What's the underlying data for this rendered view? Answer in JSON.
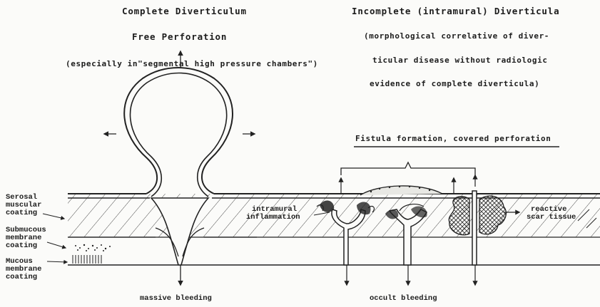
{
  "left_panel": {
    "title": "Complete Diverticulum",
    "subtitle": "Free Perforation",
    "note": "(especially in\"segmental high pressure chambers\")",
    "caption": "massive bleeding"
  },
  "right_panel": {
    "title": "Incomplete (intramural) Diverticula",
    "note_lines": [
      "(morphological correlative of diver-",
      "ticular disease without radiologic",
      "evidence of complete diverticula)"
    ],
    "subheading": "Fistula formation, covered perforation",
    "caption": "occult bleeding",
    "inflammation_label": [
      "intramural",
      "inflammation"
    ],
    "scar_label": [
      "reactive",
      "scar tissue"
    ]
  },
  "layer_labels": {
    "serosal": [
      "Serosal",
      "muscular",
      "coating"
    ],
    "submucous": [
      "Submucous",
      "membrane",
      "coating"
    ],
    "mucous": [
      "Mucous",
      "membrane",
      "coating"
    ]
  }
}
